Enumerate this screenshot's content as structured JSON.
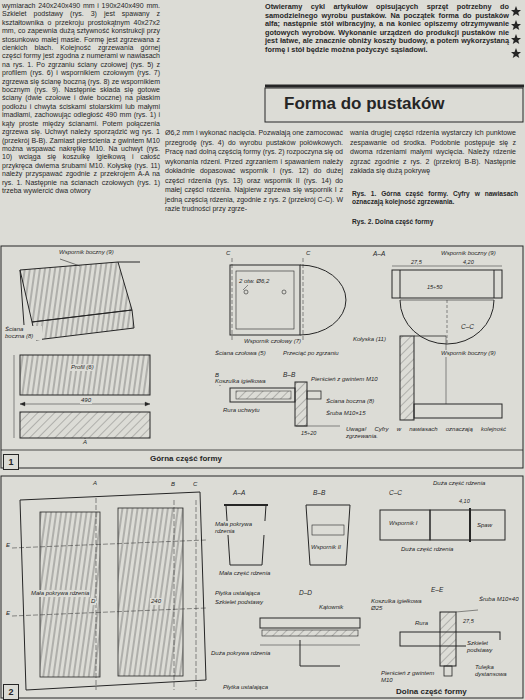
{
  "diagram": {
    "title": "Forma do pustaków",
    "nodes": [
      {
        "text": [
          "1"
        ]
      },
      {
        "text": [
          "2"
        ]
      }
    ],
    "labels": [
      "wymiarach 240x240x490 mm i 190x240x490 mm. Szkielet podstawy (rys. 3) jest spawany z kształtownika o przekroju prostokątnym 40x27x2 mm, co zapewnia dużą sztywność konstrukcji przy stosunkowo małej masie. Formę jest zgrzewana z cienkich blach. Kolejność zgrzewania górnej części formy jest zgodna z numerami w nawiasach na rys. 1. Po zgrzaniu ściany czołowej (rys. 5) z profilem (rys. 6) i wspornikiem czołowym (rys. 7) zgrzewa się ścianę boczną (rys. 8) ze wspornikiem bocznym (rys. 9). Następnie składa się gotowe ściany (dwie czołowe i dwie boczne) na płaskim podłożu i chwyta ściskami stolarskimi lub małymi imadłami, zachowując odległość 490 mm (rys. 1) i kąty proste między ścianami. Potem połączenia zgrzewa się. Uchwyt należy sporządzić wg rys. 1 (przekrój B-B). Zamiast pierścienia z gwintem M10 można wspawać nakrętkę M10. Na uchwyt (rys. 10) wciąga się koszulkę igiełkową i całość przykręca dwiema śrubami M10. Kołyskę (rys. 11) należy przyspawać zgodnie z przekrojem A-A na rys. 1. Następnie na ścianach czołowych (rys. 1) trzeba wywiercić dwa otwory",
      "Otwieramy cykl artykułów opisujących sprzęt potrzebny do samodzielnego wyrobu pustaków. Na początek forma do pustaków alfa; następnie stół wibracyjny, a na koniec opiszemy otrzymywanie gotowych wyrobów. Wykonanie urządzeń do produkcji pustaków nie jest łatwe, ale znacznie obniży koszty budowy, a potem wykorzystaną formę i stół będzie można pożyczyć sąsiadowi.",
      "Ø6,2 mm i wykonać nacięcia. Pozwalają one zamocować przegrodę (rys. 4) do wyrobu pustaków połówkowych. Pracę nad dolną częścią formy (rys. 2) rozpoczyna się od wykonania rdzeni. Przed zgrzaniem i spawaniem należy dokładnie dopasować wspornik I (rys. 12) do dużej części rdzenia (rys. 13) oraz wspornik II (rys. 14) do małej części rdzenia. Najpierw zgrzewa się wspornik I z jedną częścią rdzenia, zgodnie z rys. 2 (przekrój C-C). W razie trudności przy zgrze-",
      "wania drugiej części rdzenia wystarczy ich punktowe zespawanie od środka. Podobnie postępuje się z dwoma rdzeniami małymi wycięcia. Należy rdzenie zgrzać zgodnie z rys. 2 (przekrój B-B). Następnie zakłada się dużą pokrywę",
      "Rys. 1. Górna część formy. Cyfry w nawiasach oznaczają kolejność zgrzewania.",
      "Rys. 2. Dolna część formy",
      "Wspornik boczny (9)",
      "C",
      "C",
      "2 otw. Ø6,2",
      "A–A",
      "Wspornik boczny (9)",
      "27,5",
      "4,20",
      "15÷50",
      "Kołyska (11)",
      "Ściana boczna (8)",
      "Wspornik czołowy (7)",
      "Ściana czołowa (5)",
      "Przeciąć po zgrzaniu",
      "C–C",
      "Wspornik boczny (9)",
      "Profil (6)",
      "490",
      "A",
      "B",
      "B–B",
      "Koszulka igiełkowa",
      "Pierścień z gwintem M10",
      "Rura uchwytu",
      "Ściana boczna (8)",
      "Śruba M10×15",
      "15÷20",
      "Uwaga! Cyfry w nawiasach oznaczają kolejność zgrzewania.",
      "Górna część formy",
      "A",
      "B",
      "C",
      "E",
      "A–A",
      "B–B",
      "C–C",
      "Duża część rdzenia",
      "4,10",
      "Mała pokrywa rdzenia",
      "Mała część rdzenia",
      "Wspornik II",
      "Wspornik I",
      "Spaw",
      "Duża część rdzenia",
      "Mała pokrywa rdzenia",
      "Płytka ustalająca",
      "Szkielet podstawy",
      "D–D",
      "Kątownik",
      "E–E",
      "Koszulka igiełkowa Ø25",
      "Rura",
      "27,5",
      "Śruba M10×40",
      "Szkielet podstawy",
      "Pierścień z gwintem M10",
      "Tulejka dystansowa",
      "Duża pokrywa rdzenia",
      "Płytka ustalająca",
      "Dolna część formy",
      "D",
      "240",
      "E"
    ]
  }
}
